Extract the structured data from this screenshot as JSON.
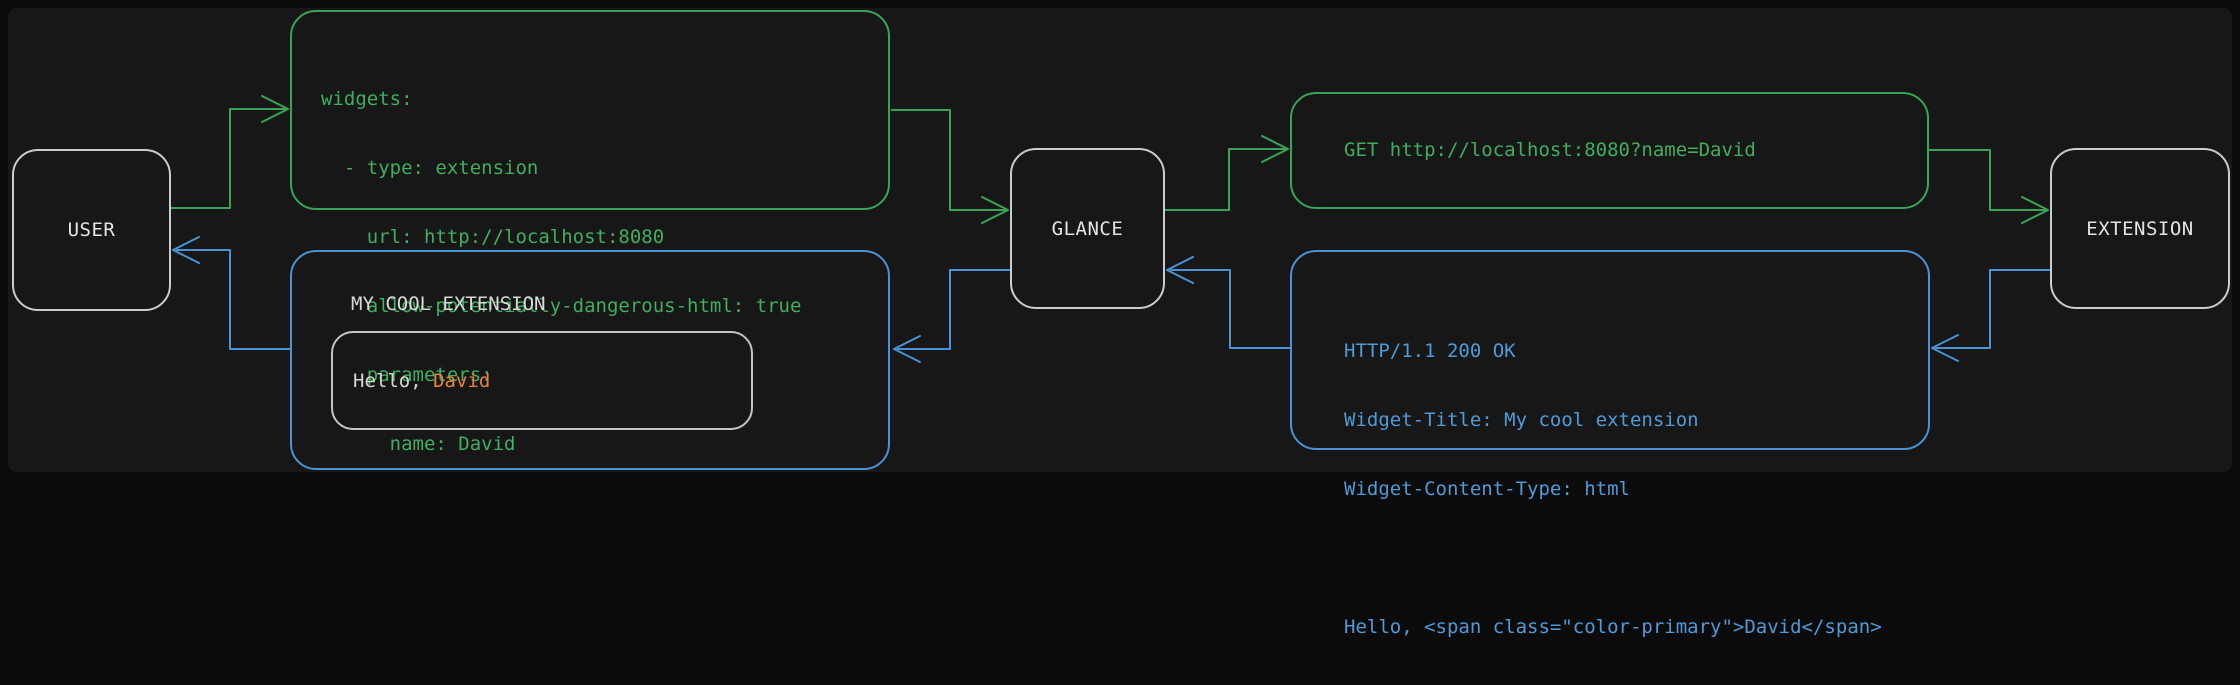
{
  "nodes": {
    "user": "USER",
    "glance": "GLANCE",
    "extension": "EXTENSION"
  },
  "config_box": {
    "lines": [
      "widgets:",
      "  - type: extension",
      "    url: http://localhost:8080",
      "    allow-potentially-dangerous-html: true",
      "    parameters:",
      "      name: David"
    ]
  },
  "request_box": {
    "text": "GET http://localhost:8080?name=David"
  },
  "response_box": {
    "lines": [
      "HTTP/1.1 200 OK",
      "Widget-Title: My cool extension",
      "Widget-Content-Type: html",
      "",
      "Hello, <span class=\"color-primary\">David</span>"
    ]
  },
  "widget_box": {
    "title": "MY COOL EXTENSION",
    "greeting_prefix": "Hello, ",
    "greeting_name": "David"
  },
  "colors": {
    "request_green": "#38a457",
    "response_blue": "#4b92d4",
    "name_orange": "#e8813c",
    "node_border": "#cbcbcb",
    "light_text": "#e2e2e2",
    "background": "#171717"
  }
}
